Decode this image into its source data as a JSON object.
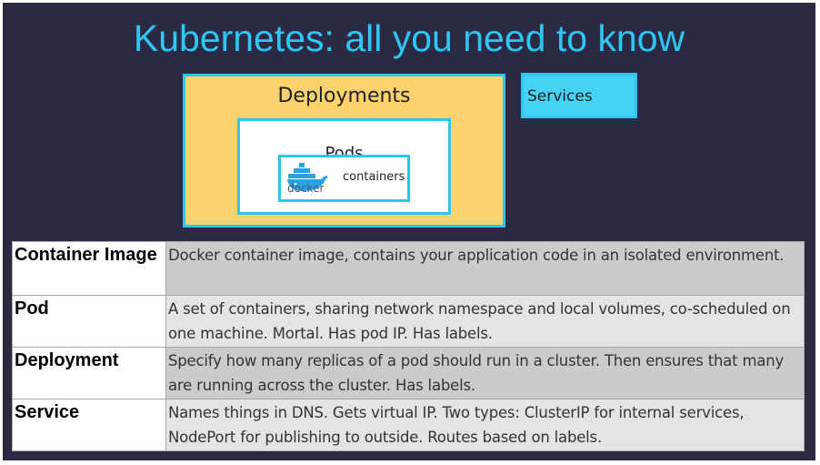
{
  "slide": {
    "title": "Kubernetes: all you need to know",
    "background_color": "#2b2a44",
    "accent_color": "#2fc6f2"
  },
  "diagram": {
    "deployments_label": "Deployments",
    "pods_label": "Pods",
    "docker_logo_text": "docker",
    "docker_logo_icon": "docker-whale-icon",
    "containers_label": "containers",
    "services_label": "Services",
    "deployments_color": "#f9d16d",
    "services_color": "#46d2f5"
  },
  "definitions": [
    {
      "term": "Container Image",
      "description": "Docker container image, contains your application code in an isolated environment."
    },
    {
      "term": "Pod",
      "description": "A set of containers, sharing network namespace and local volumes, co-scheduled on one machine. Mortal. Has pod IP. Has labels."
    },
    {
      "term": "Deployment",
      "description": "Specify how many replicas of a pod should run in a cluster. Then ensures that many are running across the cluster. Has labels."
    },
    {
      "term": "Service",
      "description": "Names things in DNS. Gets virtual IP. Two types: ClusterIP for internal services, NodePort for publishing to outside. Routes based on labels."
    }
  ]
}
